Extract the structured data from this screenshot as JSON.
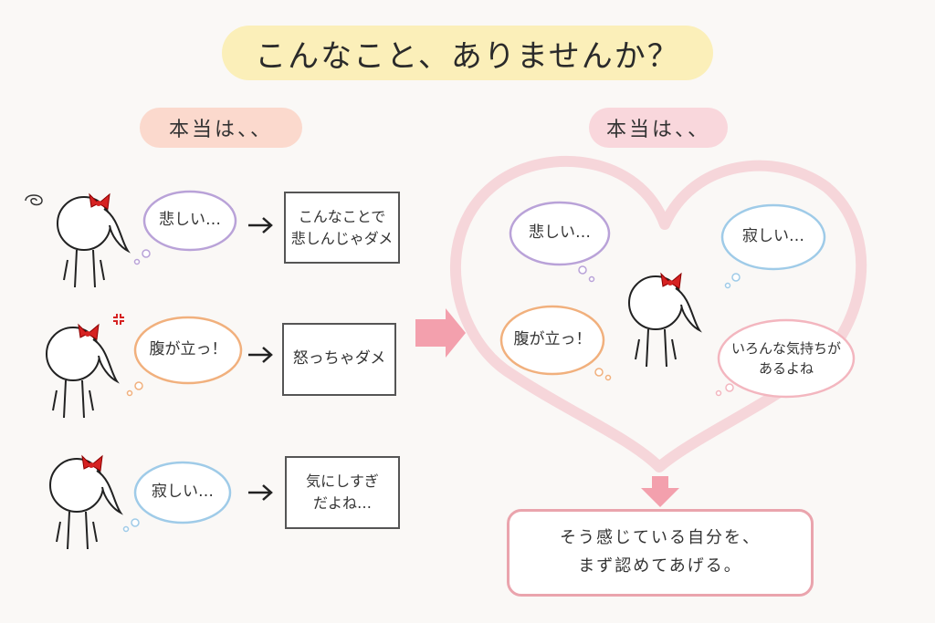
{
  "title": "こんなこと、ありませんか？",
  "left_label": "本当は、、",
  "right_label": "本当は、、",
  "rows": [
    {
      "feeling": "悲しい…",
      "denial_line1": "こんなことで",
      "denial_line2": "悲しんじゃダメ"
    },
    {
      "feeling": "腹が立っ！",
      "denial_line1": "怒っちゃダメ",
      "denial_line2": ""
    },
    {
      "feeling": "寂しい…",
      "denial_line1": "気にしすぎ",
      "denial_line2": "だよね…"
    }
  ],
  "heart_bubbles": {
    "sad": "悲しい…",
    "lonely": "寂しい…",
    "angry": "腹が立っ！",
    "various_line1": "いろんな気持ちが",
    "various_line2": "あるよね"
  },
  "conclusion_line1": "そう感じている自分を、",
  "conclusion_line2": "まず認めてあげる。",
  "colors": {
    "title_bg": "#fbefb9",
    "label_left_bg": "#fbd9cd",
    "label_right_bg": "#f9d7dc",
    "purple": "#b9a2d8",
    "orange": "#f1b07d",
    "blue": "#9fcbe8",
    "pink": "#eaa4ad",
    "ribbon": "#d62222"
  }
}
